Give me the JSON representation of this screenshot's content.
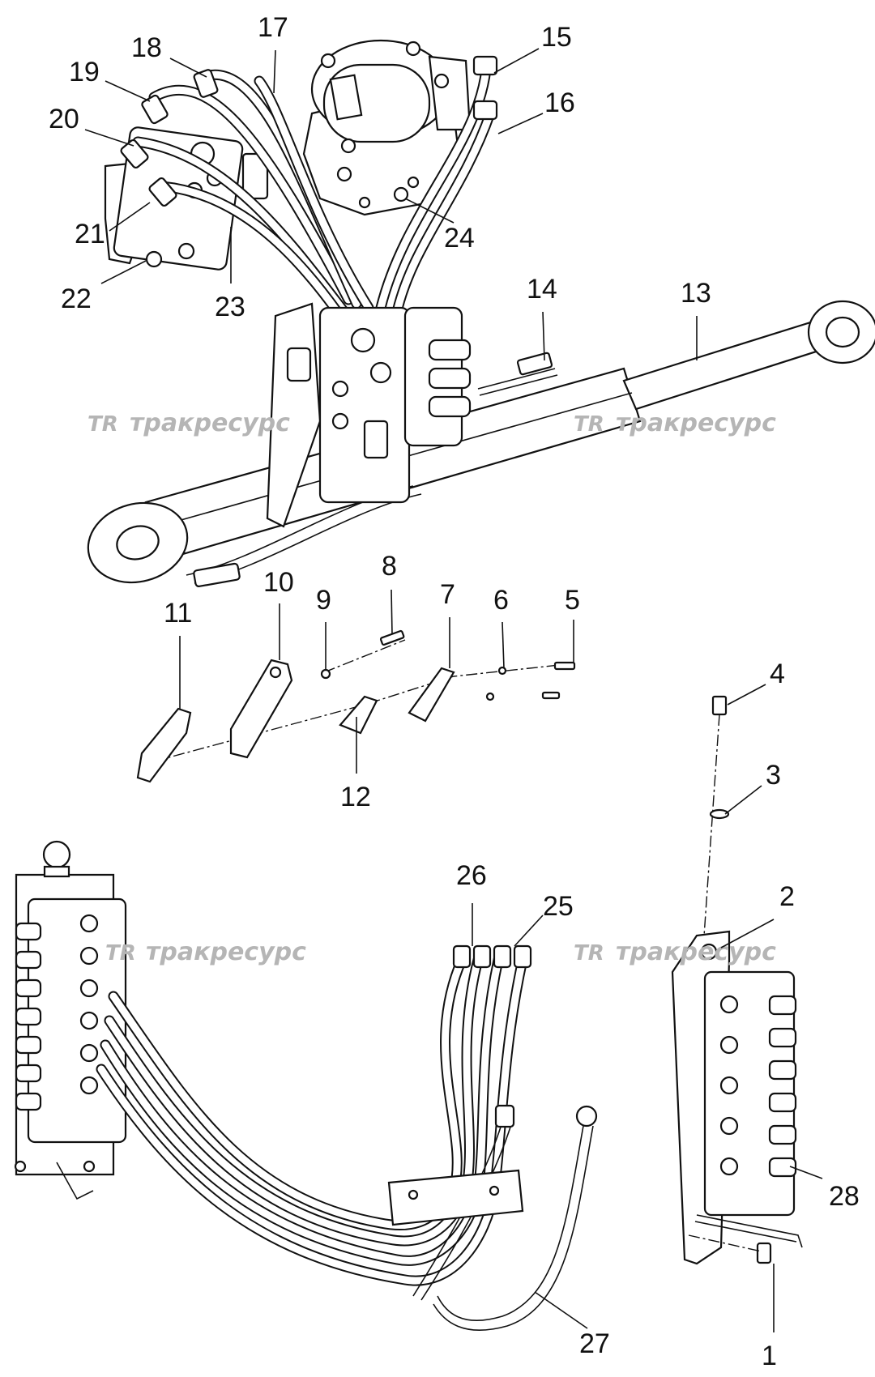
{
  "watermark": {
    "logo": "TR",
    "text": "тракресурс"
  },
  "callouts": [
    {
      "id": "c1",
      "label": "1"
    },
    {
      "id": "c2",
      "label": "2"
    },
    {
      "id": "c3",
      "label": "3"
    },
    {
      "id": "c4",
      "label": "4"
    },
    {
      "id": "c5",
      "label": "5"
    },
    {
      "id": "c6",
      "label": "6"
    },
    {
      "id": "c7",
      "label": "7"
    },
    {
      "id": "c8",
      "label": "8"
    },
    {
      "id": "c9",
      "label": "9"
    },
    {
      "id": "c10",
      "label": "10"
    },
    {
      "id": "c11",
      "label": "11"
    },
    {
      "id": "c12",
      "label": "12"
    },
    {
      "id": "c13",
      "label": "13"
    },
    {
      "id": "c14",
      "label": "14"
    },
    {
      "id": "c15",
      "label": "15"
    },
    {
      "id": "c16",
      "label": "16"
    },
    {
      "id": "c17",
      "label": "17"
    },
    {
      "id": "c18",
      "label": "18"
    },
    {
      "id": "c19",
      "label": "19"
    },
    {
      "id": "c20",
      "label": "20"
    },
    {
      "id": "c21",
      "label": "21"
    },
    {
      "id": "c22",
      "label": "22"
    },
    {
      "id": "c23",
      "label": "23"
    },
    {
      "id": "c24",
      "label": "24"
    },
    {
      "id": "c25",
      "label": "25"
    },
    {
      "id": "c26",
      "label": "26"
    },
    {
      "id": "c27",
      "label": "27"
    },
    {
      "id": "c28",
      "label": "28"
    }
  ]
}
